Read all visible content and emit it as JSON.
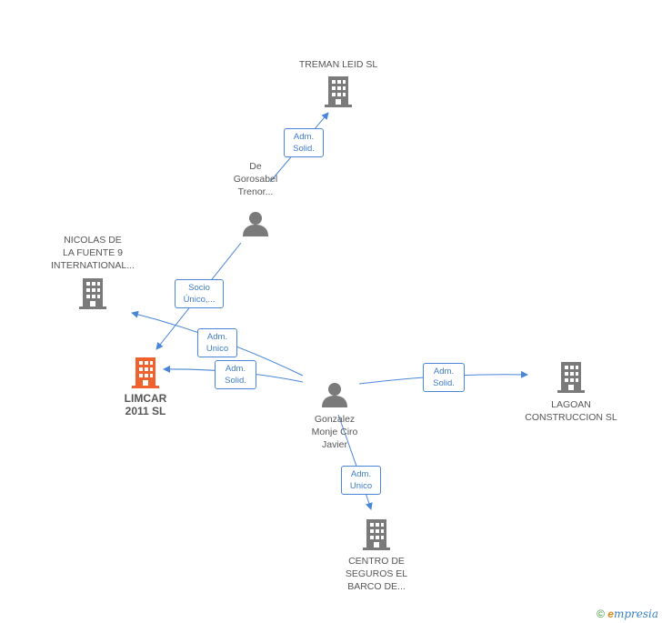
{
  "nodes": {
    "treman": {
      "lines": [
        "TREMAN LEID SL"
      ],
      "type": "company"
    },
    "degorosabel": {
      "lines": [
        "De",
        "Gorosabel",
        "Trenor..."
      ],
      "type": "person"
    },
    "nicolas": {
      "lines": [
        "NICOLAS DE",
        "LA FUENTE 9",
        "INTERNATIONAL..."
      ],
      "type": "company"
    },
    "limcar": {
      "lines": [
        "LIMCAR",
        "2011 SL"
      ],
      "type": "company-main"
    },
    "gonzalez": {
      "lines": [
        "Gonzalez",
        "Monje Ciro",
        "Javier"
      ],
      "type": "person"
    },
    "lagoan": {
      "lines": [
        "LAGOAN",
        "CONSTRUCCION SL"
      ],
      "type": "company"
    },
    "centro": {
      "lines": [
        "CENTRO DE",
        "SEGUROS EL",
        "BARCO DE..."
      ],
      "type": "company"
    }
  },
  "edge_labels": {
    "degorosabel_treman": [
      "Adm.",
      "Solid."
    ],
    "degorosabel_limcar": [
      "Socio",
      "Único,..."
    ],
    "gonzalez_nicolas": [
      "Adm.",
      "Unico"
    ],
    "gonzalez_limcar": [
      "Adm.",
      "Solid."
    ],
    "gonzalez_lagoan": [
      "Adm.",
      "Solid."
    ],
    "gonzalez_centro": [
      "Adm.",
      "Unico"
    ]
  },
  "colors": {
    "edge": "#4a86d8",
    "company_icon": "#7a7a7a",
    "main_company_icon": "#f0622d",
    "person_icon": "#7a7a7a"
  },
  "footer": {
    "copyright": "©",
    "brand_e": "e",
    "brand_rest": "mpresia"
  }
}
